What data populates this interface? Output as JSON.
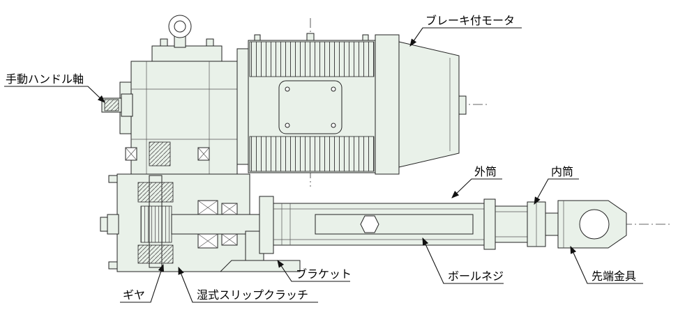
{
  "diagram": {
    "type": "engineering-cross-section",
    "labels": {
      "brake_motor": "ブレーキ付モータ",
      "manual_handle_shaft": "手動ハンドル軸",
      "outer_tube": "外筒",
      "inner_tube": "内筒",
      "bracket": "ブラケット",
      "ball_screw": "ボールネジ",
      "end_fitting": "先端金具",
      "gear": "ギヤ",
      "wet_slip_clutch": "湿式スリップクラッチ"
    },
    "colors": {
      "background": "#ffffff",
      "part_fill": "#e9f1e9",
      "line": "#222222",
      "label_text": "#000000"
    }
  }
}
